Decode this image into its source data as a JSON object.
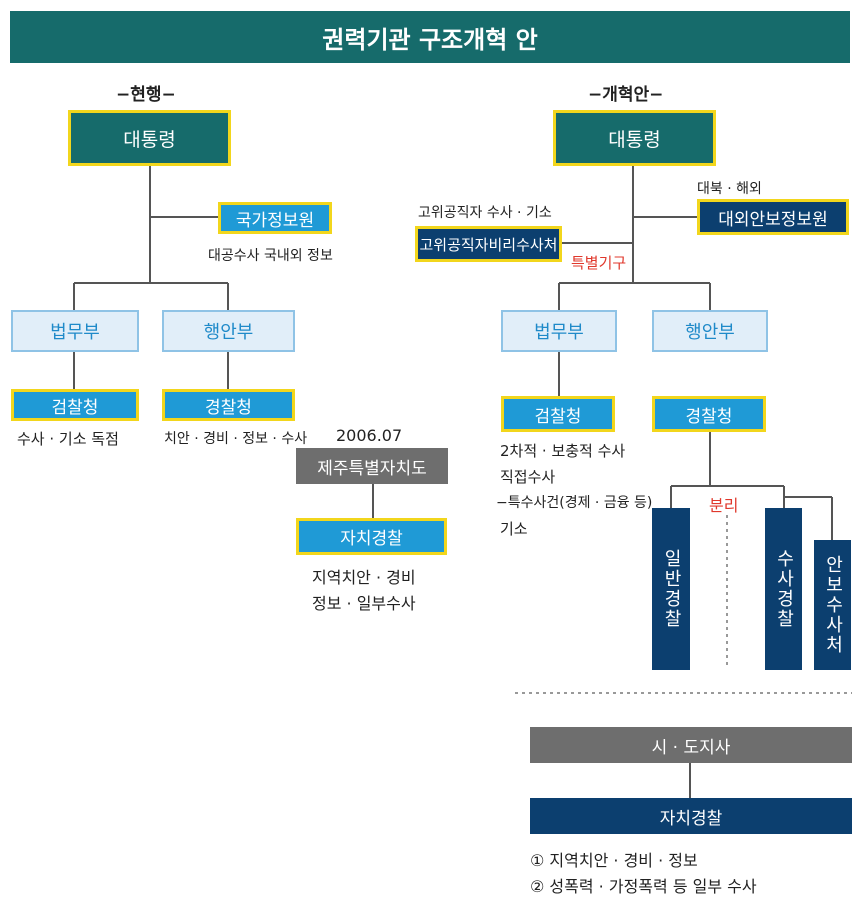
{
  "title": "권력기관 구조개혁 안",
  "current": {
    "label": "−현행−",
    "president": "대통령",
    "nis": "국가정보원",
    "nis_note": "대공수사 국내외 정보",
    "justice": "법무부",
    "interior": "행안부",
    "prosecution": "검찰청",
    "prosecution_note": "수사 · 기소 독점",
    "police": "경찰청",
    "police_note": "치안 · 경비 · 정보 · 수사"
  },
  "jeju": {
    "year": "2006.07",
    "province": "제주특별자치도",
    "autonomous_police": "자치경찰",
    "notes": [
      "지역치안 · 경비",
      "정보 · 일부수사"
    ]
  },
  "reform": {
    "label": "−개혁안−",
    "president": "대통령",
    "foreign_note": "대북 · 해외",
    "foreign_agency": "대외안보정보원",
    "cio_note": "고위공직자 수사 · 기소",
    "cio": "고위공직자비리수사처",
    "special_label": "특별기구",
    "justice": "법무부",
    "interior": "행안부",
    "prosecution": "검찰청",
    "prosecution_notes": [
      "2차적 · 보충적 수사",
      "직접수사",
      "−특수사건(경제 · 금융 등)",
      "기소"
    ],
    "police": "경찰청",
    "split_label": "분리",
    "general_police": "일반경찰",
    "investigation_police": "수사경찰",
    "security_agency": "안보수사처",
    "local_govt": "시 · 도지사",
    "autonomous_police": "자치경찰",
    "autonomous_notes": [
      "① 지역치안 · 경비 · 정보",
      "② 성폭력 · 가정폭력 등 일부 수사"
    ]
  },
  "colors": {
    "teal": "#166b6b",
    "yellow_border": "#f2d61c",
    "light_blue": "#1f9ad6",
    "navy": "#0c3f6f",
    "ministry_bg": "#e1eef9",
    "gray": "#6e6e6e",
    "red": "#e0382c"
  }
}
